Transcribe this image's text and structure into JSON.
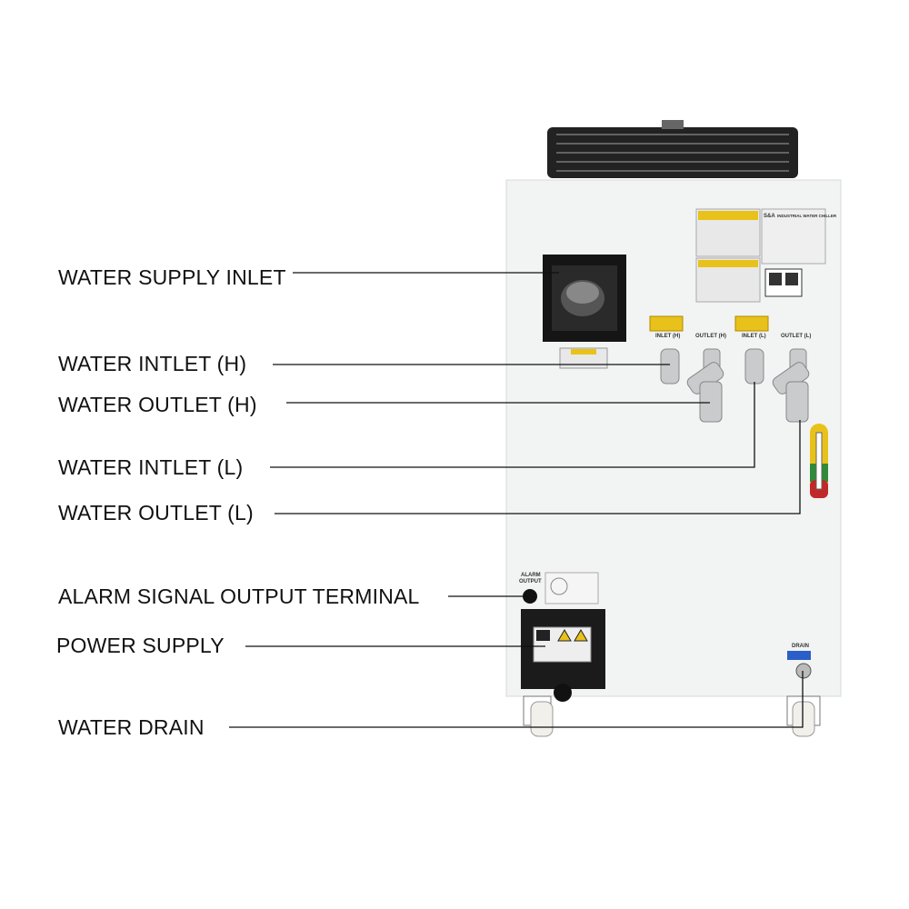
{
  "callouts": {
    "water_supply_inlet": "WATER SUPPLY INLET",
    "water_inlet_h": "WATER INTLET (H)",
    "water_outlet_h": "WATER OUTLET (H)",
    "water_inlet_l": "WATER INTLET (L)",
    "water_outlet_l": "WATER OUTLET (L)",
    "alarm_terminal": "ALARM SIGNAL OUTPUT TERMINAL",
    "power_supply": "POWER SUPPLY",
    "water_drain": "WATER DRAIN"
  },
  "panel_labels": {
    "inlet_h": "INLET (H)",
    "outlet_h": "OUTLET (H)",
    "inlet_l": "INLET (L)",
    "outlet_l": "OUTLET (L)",
    "alarm_output_1": "ALARM",
    "alarm_output_2": "OUTPUT",
    "drain": "DRAIN",
    "brand": "S&A",
    "nameplate_title": "INDUSTRIAL WATER CHILLER"
  },
  "colors": {
    "body": "#f2f3f3",
    "panel": "#1b1b1b",
    "warning": "#e8c21a",
    "drain_handle": "#2a5fc9"
  }
}
